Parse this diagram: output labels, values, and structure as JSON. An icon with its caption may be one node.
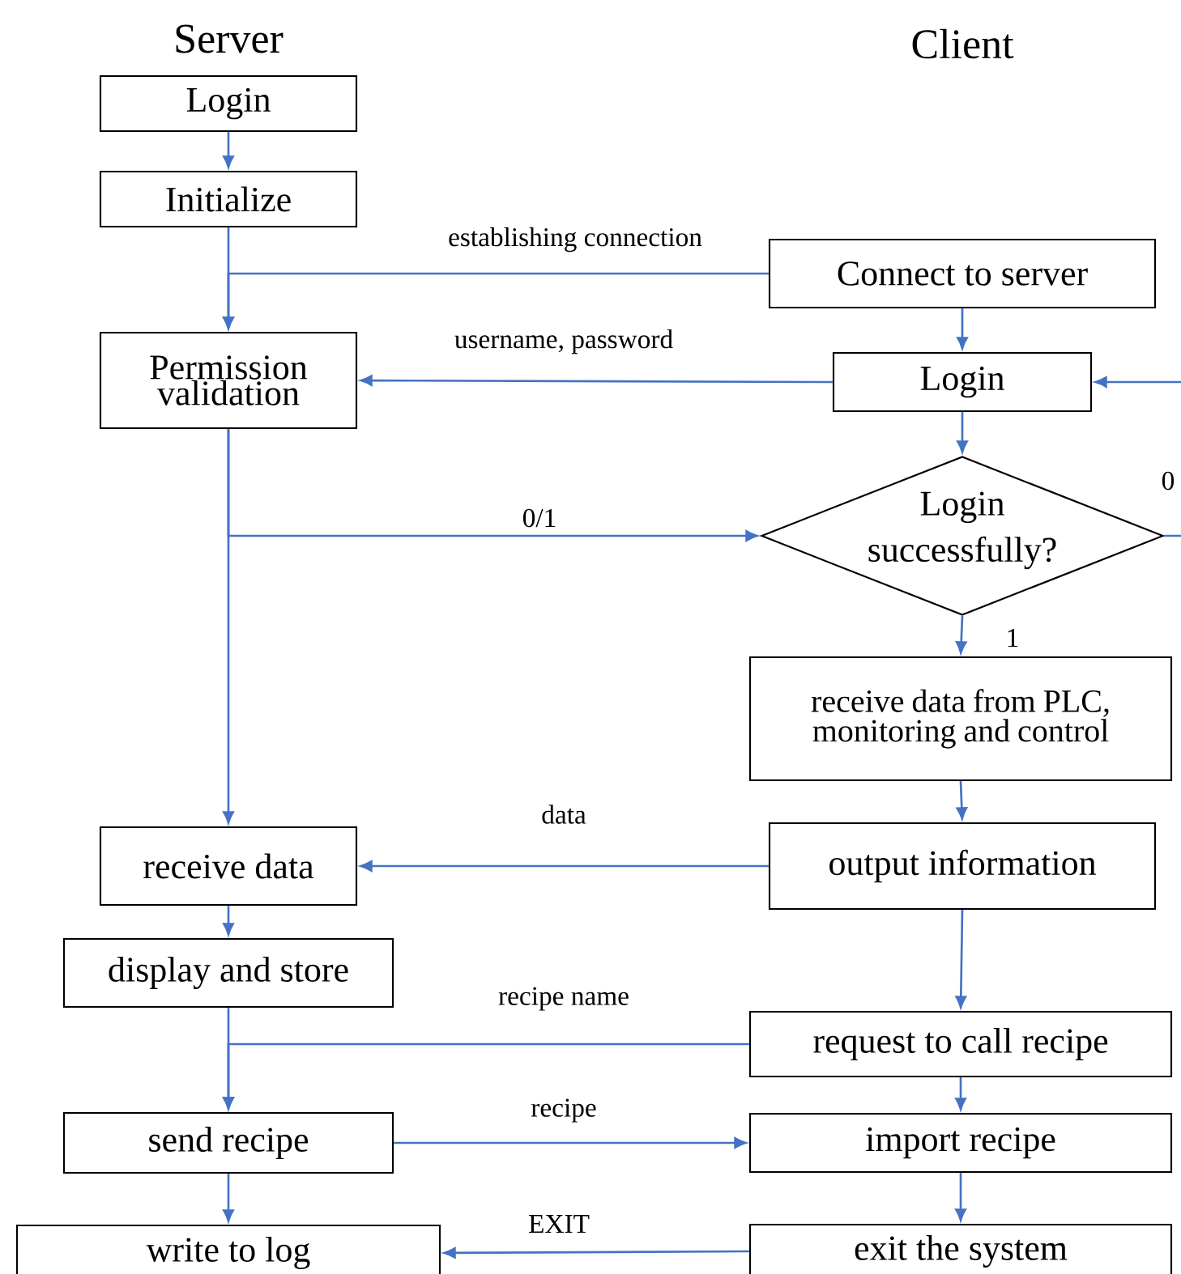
{
  "diagram": {
    "nodes": [
      {
        "text": [
          "Login"
        ]
      },
      {
        "text": [
          "Initialize"
        ]
      },
      {
        "text": [
          "Connect to server"
        ]
      },
      {
        "text": [
          "Permission validation"
        ]
      },
      {
        "text": [
          "Login"
        ]
      },
      {
        "text": [
          "Login successfully?"
        ]
      },
      {
        "text": [
          "receive data from PLC, monitoring and control"
        ]
      },
      {
        "text": [
          "receive data"
        ]
      },
      {
        "text": [
          "output information"
        ]
      },
      {
        "text": [
          "display and store"
        ]
      },
      {
        "text": [
          "request to call recipe"
        ]
      },
      {
        "text": [
          "send recipe"
        ]
      },
      {
        "text": [
          "import recipe"
        ]
      },
      {
        "text": [
          "write to log"
        ]
      },
      {
        "text": [
          "exit the system"
        ]
      }
    ],
    "edges": [
      {
        "from": 0,
        "to": 1,
        "arrow": "to"
      },
      {
        "from": 1,
        "to": 3,
        "arrow": "to"
      },
      {
        "from": 2,
        "to": 3,
        "arrow": "to",
        "label": "establishing connection"
      },
      {
        "from": 2,
        "to": 4,
        "arrow": "to"
      },
      {
        "from": 4,
        "to": 3,
        "arrow": "to",
        "label": "username, password"
      },
      {
        "from": 4,
        "to": 5,
        "arrow": "to"
      },
      {
        "from": 3,
        "to": 5,
        "arrow": "to",
        "label": "0/1"
      },
      {
        "from": 5,
        "to": 4,
        "arrow": "to",
        "label": "0"
      },
      {
        "from": 5,
        "to": 6,
        "arrow": "to",
        "label": "1"
      },
      {
        "from": 3,
        "to": 7,
        "arrow": "to"
      },
      {
        "from": 6,
        "to": 8,
        "arrow": "to"
      },
      {
        "from": 8,
        "to": 7,
        "arrow": "to",
        "label": "data"
      },
      {
        "from": 8,
        "to": 10,
        "arrow": "to"
      },
      {
        "from": 7,
        "to": 9,
        "arrow": "to"
      },
      {
        "from": 9,
        "to": 11,
        "arrow": "to"
      },
      {
        "from": 10,
        "to": 11,
        "arrow": "to",
        "label": "recipe name"
      },
      {
        "from": 11,
        "to": 12,
        "arrow": "to",
        "label": "recipe"
      },
      {
        "from": 10,
        "to": 12,
        "arrow": "to"
      },
      {
        "from": 11,
        "to": 13,
        "arrow": "to"
      },
      {
        "from": 12,
        "to": 14,
        "arrow": "to"
      },
      {
        "from": 14,
        "to": 13,
        "arrow": "to",
        "label": "EXIT"
      }
    ],
    "labels": [
      "Server",
      "Client"
    ]
  }
}
